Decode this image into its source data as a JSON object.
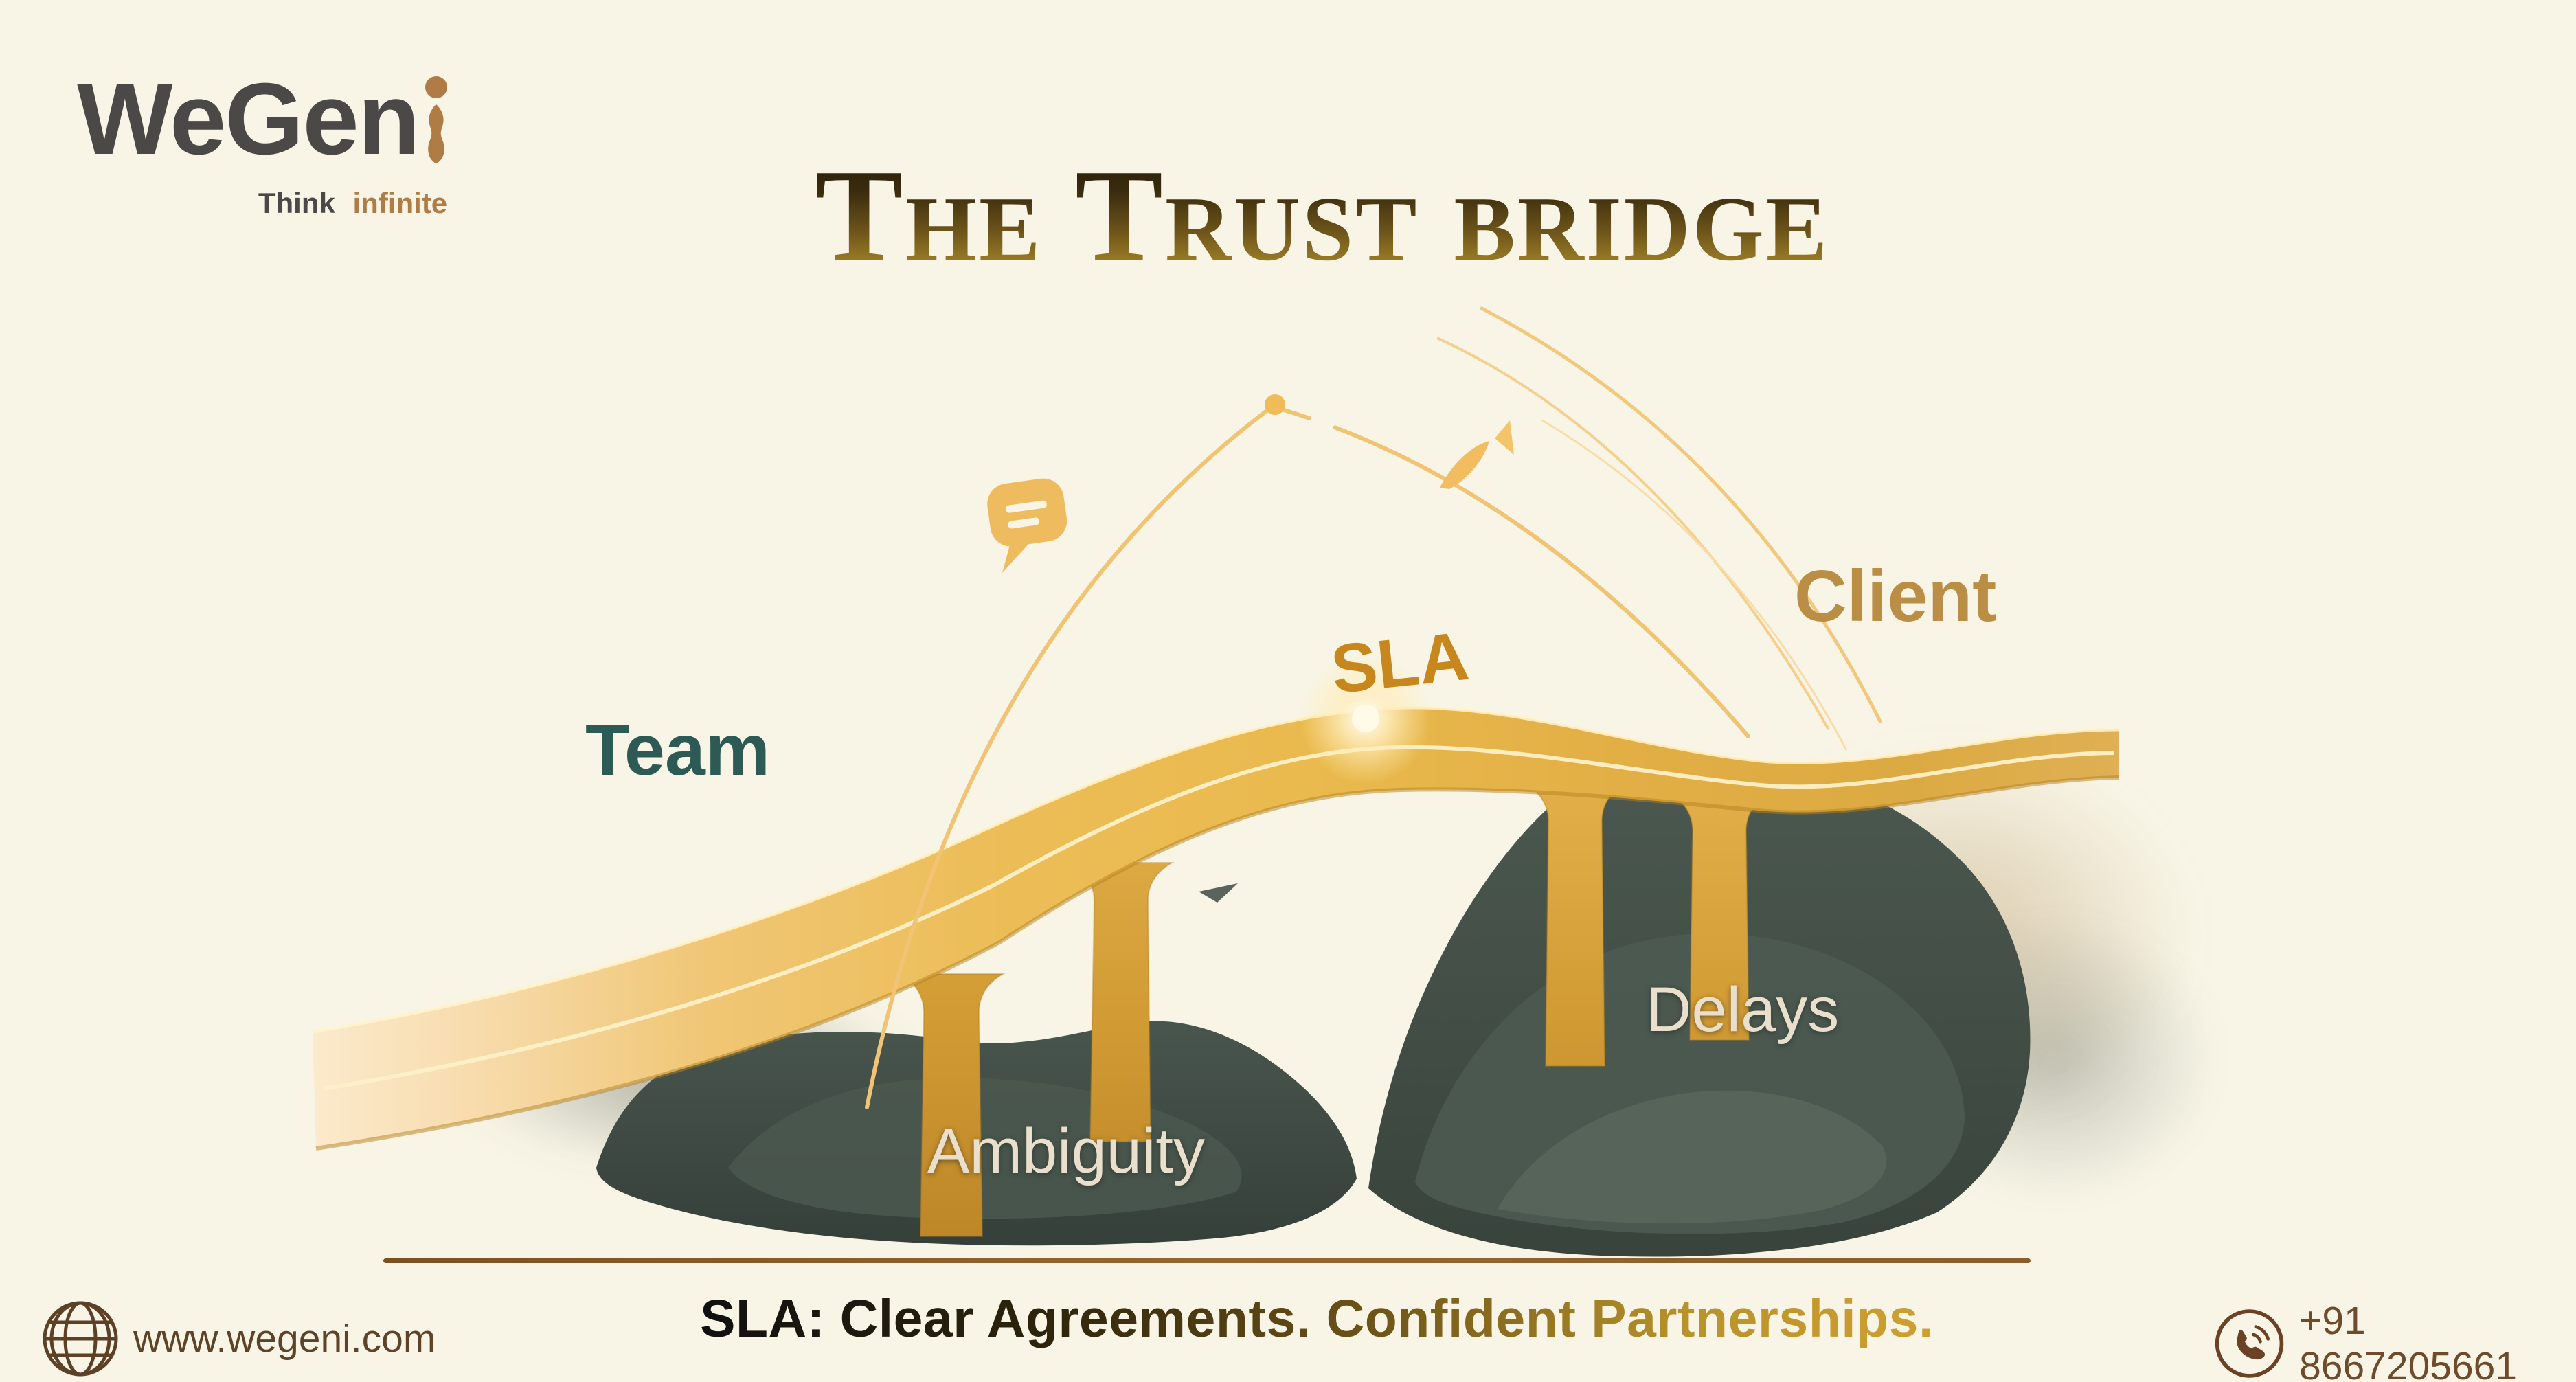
{
  "brand": {
    "name": "WeGeni",
    "name_prefix": "WeGen",
    "tagline_word1": "Think",
    "tagline_word2": "infinite"
  },
  "title": "The Trust bridge",
  "diagram": {
    "team": "Team",
    "client": "Client",
    "sla": "SLA",
    "ambiguity": "Ambiguity",
    "delays": "Delays"
  },
  "footer": {
    "website": "www.wegeni.com",
    "tagline": "SLA: Clear Agreements. Confident Partnerships.",
    "phone": "+91 8667205661"
  },
  "icons": {
    "brand_i_figure": "stylized-person-letter-i",
    "chat_bubble": "speech-bubble-with-text-lines",
    "arc_dot": "dot-on-arc",
    "paper_plane": "paper-plane",
    "globe": "wireframe-globe",
    "phone": "handset-with-sound-waves"
  },
  "colors": {
    "background": "#f8f5e6",
    "logo_gray": "#4a4947",
    "logo_brown": "#b07c45",
    "title_gradient_top": "#241a07",
    "title_gradient_bottom": "#b29433",
    "team_label": "#2e5a56",
    "client_label": "#bb8e45",
    "sla_label": "#c8871d",
    "valley_label_cream": "#e9dfcc",
    "bridge_gold": "#eaba4e",
    "bridge_pale_end": "#fbeacc",
    "valley_dark_green": "#3a463f",
    "arc_gold": "#f1c475",
    "divider_brown": "#8a5e2b",
    "footer_brown": "#5d4328",
    "tagline_gradient_start": "#101010",
    "tagline_gradient_end": "#cfa030"
  }
}
